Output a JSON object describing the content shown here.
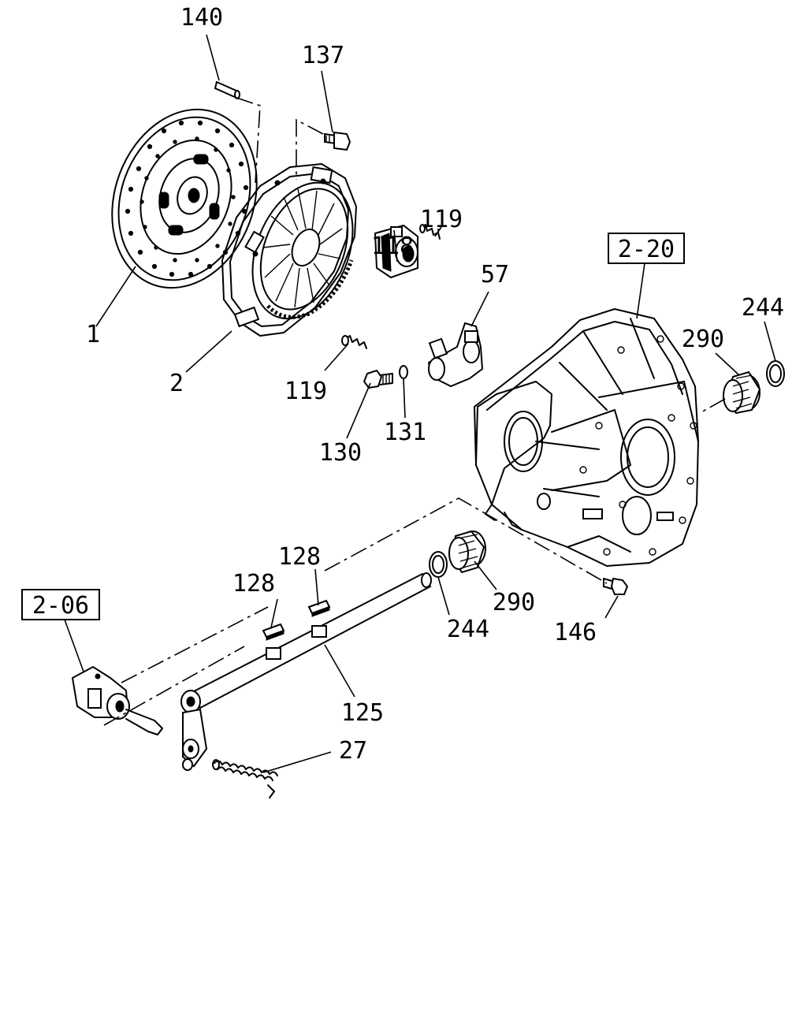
{
  "callouts": {
    "c140": "140",
    "c137": "137",
    "c119a": "119",
    "c118": "118",
    "c57": "57",
    "c1": "1",
    "c2": "2",
    "c119b": "119",
    "c130": "130",
    "c131": "131",
    "c290a": "290",
    "c244a": "244",
    "c128a": "128",
    "c128b": "128",
    "c244b": "244",
    "c290b": "290",
    "c146": "146",
    "c125": "125",
    "c27": "27"
  },
  "references": {
    "r220": "2-20",
    "r206": "2-06"
  }
}
